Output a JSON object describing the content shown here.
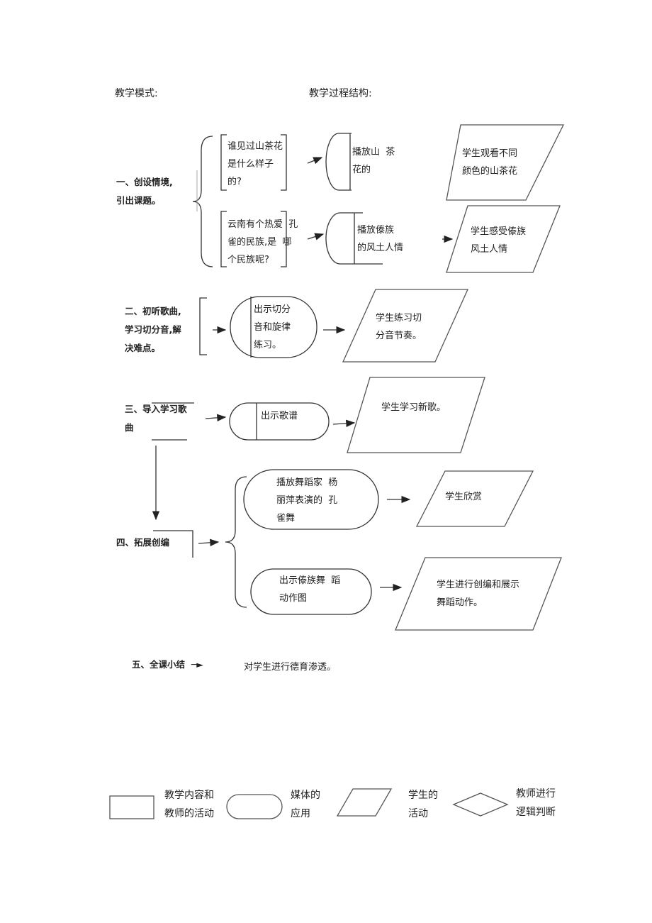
{
  "header": {
    "mode_label": "教学模式:",
    "structure_label": "教学过程结构:"
  },
  "steps": {
    "s1": {
      "label": "一、创设情境,\n引出课题。",
      "row1": {
        "content": "谁见过山茶花\n是什么样子\n的?",
        "media": "播放山  茶\n花的",
        "student": "学生观看不同\n颜色的山茶花"
      },
      "row2": {
        "content": "云南有个热爱  孔\n雀的民族,是  哪\n个民族呢?",
        "media": "播放傣族\n的风土人情",
        "student": "学生感受傣族\n风土人情"
      }
    },
    "s2": {
      "label": "二、初听歌曲,\n学习切分音,解\n决难点。",
      "media": "出示切分\n音和旋律\n练习。",
      "student": "学生练习切\n分音节奏。"
    },
    "s3": {
      "label": "三、导入学习歌\n曲",
      "media": "出示歌谱",
      "student": "学生学习新歌。"
    },
    "s4": {
      "label": "四、拓展创编",
      "row1": {
        "media": "播放舞蹈家  杨\n丽萍表演的  孔\n雀舞",
        "student": "学生欣赏"
      },
      "row2": {
        "media": "出示傣族舞  蹈\n动作图",
        "student": "学生进行创编和展示\n舞蹈动作。"
      }
    },
    "s5": {
      "label": "五、全课小结  ─►",
      "content": "对学生进行德育渗透。"
    }
  },
  "legend": {
    "rect": "教学内容和\n教师的活动",
    "rounded": "媒体的\n应用",
    "parallelogram": "学生的\n活动",
    "diamond": "教师进行\n逻辑判断"
  }
}
